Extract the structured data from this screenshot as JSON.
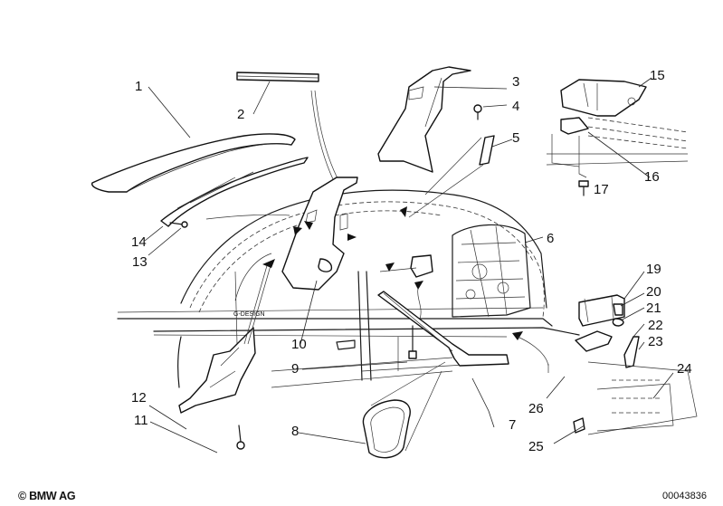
{
  "diagram": {
    "title": "BMW parts diagram - interior trim / roof and pillar panels",
    "callouts": [
      {
        "id": "1",
        "label": "1"
      },
      {
        "id": "2",
        "label": "2"
      },
      {
        "id": "3",
        "label": "3"
      },
      {
        "id": "4",
        "label": "4"
      },
      {
        "id": "5",
        "label": "5"
      },
      {
        "id": "6",
        "label": "6"
      },
      {
        "id": "7",
        "label": "7"
      },
      {
        "id": "8",
        "label": "8"
      },
      {
        "id": "9",
        "label": "9"
      },
      {
        "id": "10",
        "label": "10"
      },
      {
        "id": "11",
        "label": "11"
      },
      {
        "id": "12",
        "label": "12"
      },
      {
        "id": "13",
        "label": "13"
      },
      {
        "id": "14",
        "label": "14"
      },
      {
        "id": "15",
        "label": "15"
      },
      {
        "id": "16",
        "label": "16"
      },
      {
        "id": "17",
        "label": "17"
      },
      {
        "id": "19",
        "label": "19"
      },
      {
        "id": "20",
        "label": "20"
      },
      {
        "id": "21",
        "label": "21"
      },
      {
        "id": "22",
        "label": "22"
      },
      {
        "id": "23",
        "label": "23"
      },
      {
        "id": "24",
        "label": "24"
      },
      {
        "id": "25",
        "label": "25"
      },
      {
        "id": "26",
        "label": "26"
      }
    ],
    "body_marking": "G-DESIGN"
  },
  "footer": {
    "copyright": "© BMW AG",
    "image_number": "00043836"
  }
}
